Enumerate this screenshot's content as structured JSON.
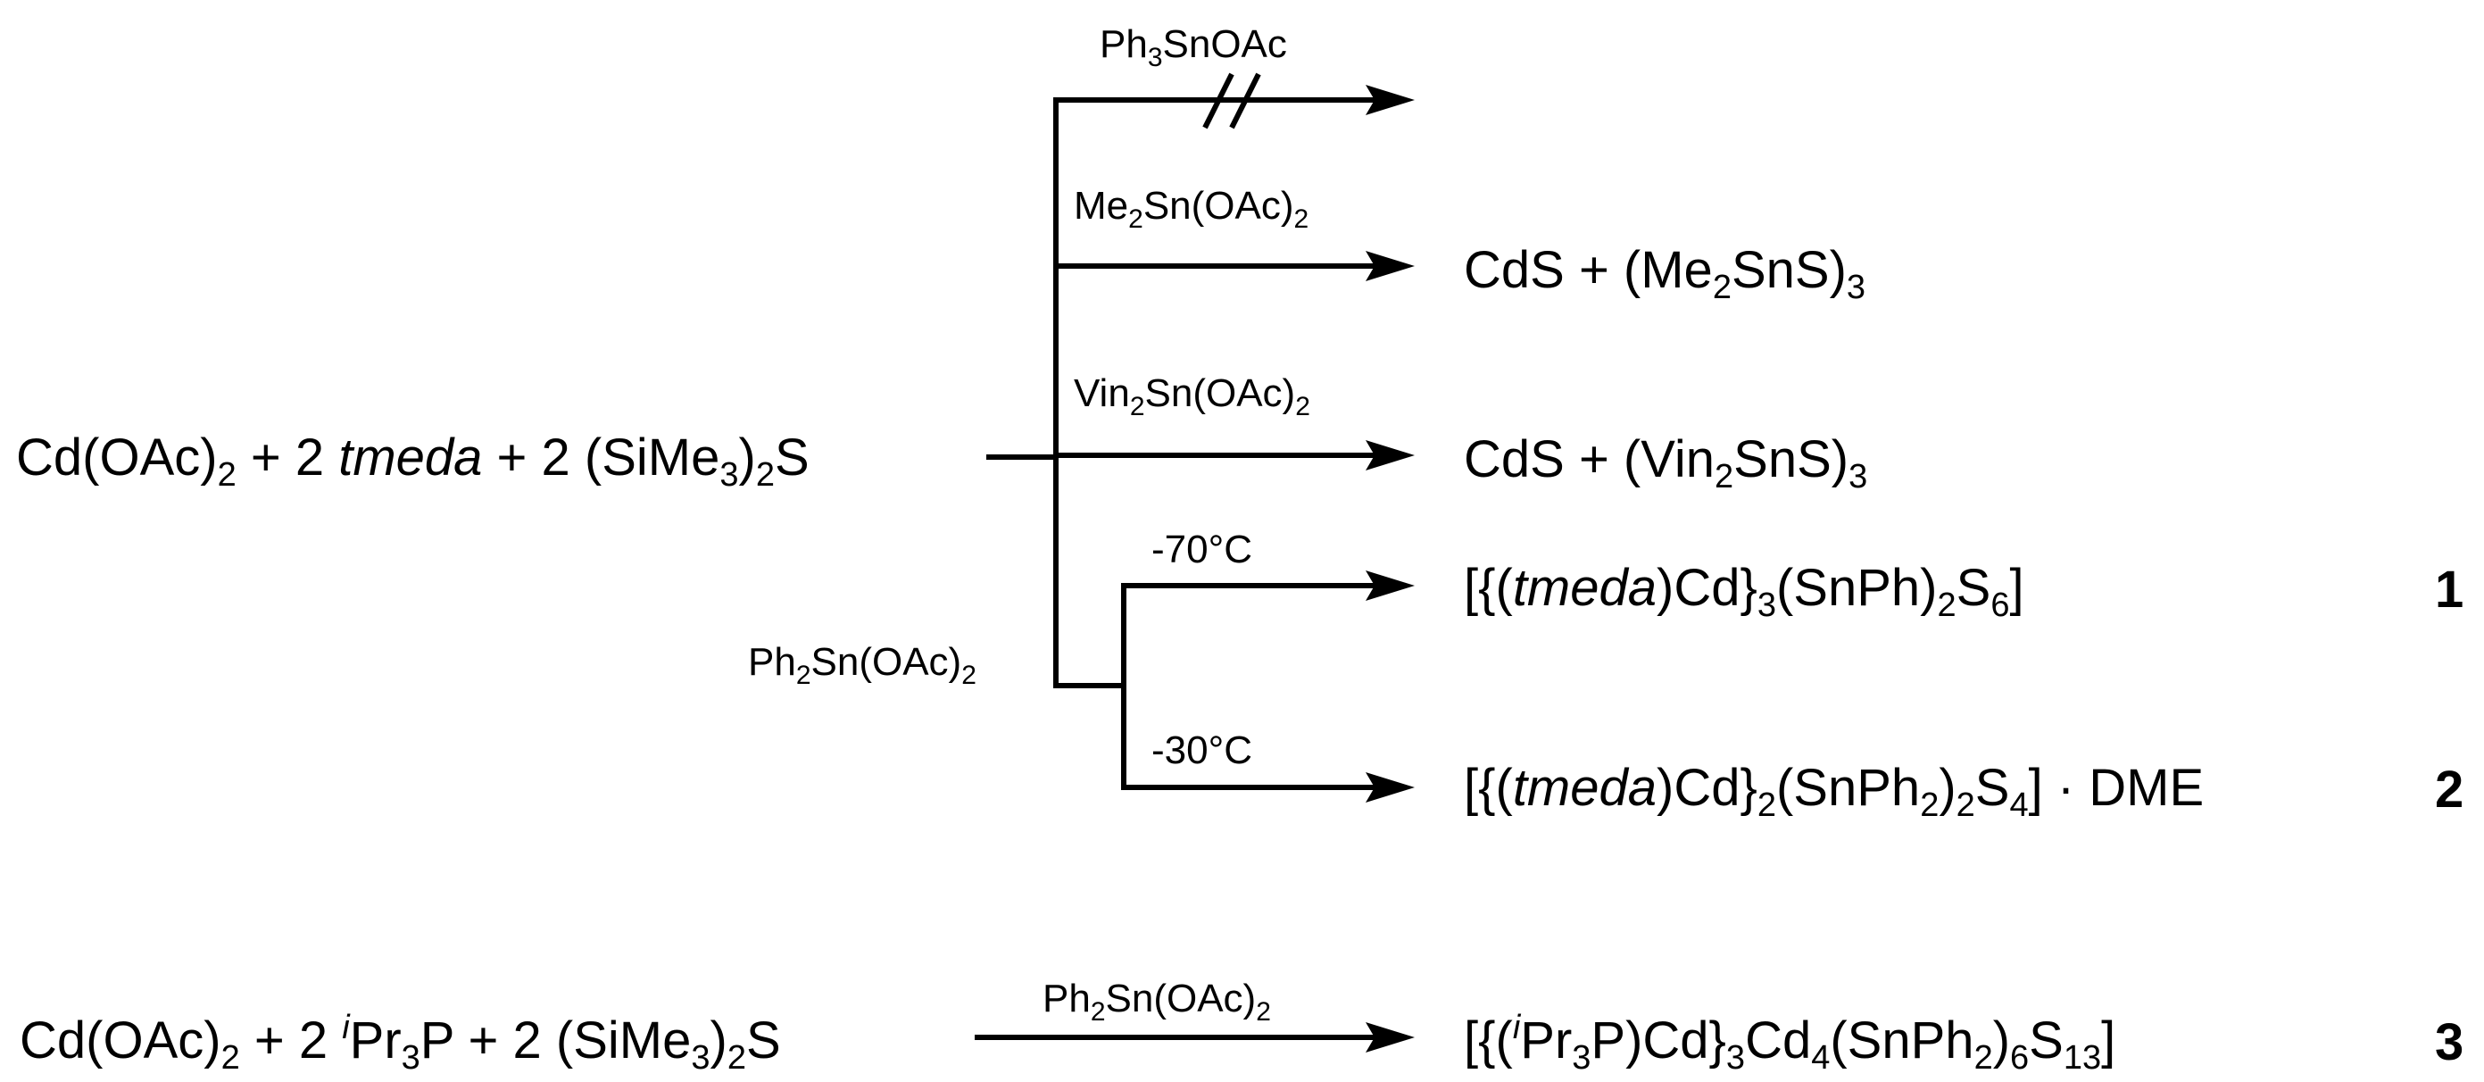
{
  "scheme": {
    "reaction1": {
      "reactants": {
        "metal_salt": "Cd(OAc)",
        "metal_salt_sub": "2",
        "plus1": " + 2 ",
        "ligand": "tmeda",
        "plus2": " + 2 (SiMe",
        "silyl_sub1": "3",
        "close": ")",
        "silyl_sub2": "2",
        "sulfur": "S"
      },
      "branches": {
        "ph3": {
          "reagent_a": "Ph",
          "reagent_a_sub": "3",
          "reagent_b": "SnOAc",
          "no_reaction": true
        },
        "me2": {
          "reagent_a": "Me",
          "reagent_a_sub": "2",
          "reagent_b": "Sn(OAc)",
          "reagent_b_sub": "2",
          "product_a": "CdS + (Me",
          "product_a_sub": "2",
          "product_b": "SnS)",
          "product_b_sub": "3"
        },
        "vin2": {
          "reagent_a": "Vin",
          "reagent_a_sub": "2",
          "reagent_b": "Sn(OAc)",
          "reagent_b_sub": "2",
          "product_a": "CdS + (Vin",
          "product_a_sub": "2",
          "product_b": "SnS)",
          "product_b_sub": "3"
        },
        "ph2": {
          "reagent_a": "Ph",
          "reagent_a_sub": "2",
          "reagent_b": "Sn(OAc)",
          "reagent_b_sub": "2",
          "low_temp": {
            "condition": "-70°C",
            "product": {
              "p1": "[{(",
              "p2": "tmeda",
              "p3": ")Cd}",
              "s1": "3",
              "p4": "(SnPh)",
              "s2": "2",
              "p5": "S",
              "s3": "6",
              "p6": "]"
            },
            "label": "1"
          },
          "high_temp": {
            "condition": "-30°C",
            "product": {
              "p1": "[{(",
              "p2": "tmeda",
              "p3": ")Cd}",
              "s1": "2",
              "p4": "(SnPh",
              "s2": "2",
              "p5": ")",
              "s3": "2",
              "p6": "S",
              "s4": "4",
              "p7": "] · DME"
            },
            "label": "2"
          }
        }
      }
    },
    "reaction2": {
      "reactants": {
        "metal_salt": "Cd(OAc)",
        "metal_salt_sub": "2",
        "plus1": " + 2 ",
        "iso": "i",
        "phosphine": "Pr",
        "phosphine_sub": "3",
        "phosphine_p": "P + 2 (SiMe",
        "silyl_sub1": "3",
        "close": ")",
        "silyl_sub2": "2",
        "sulfur": "S"
      },
      "reagent": {
        "a": "Ph",
        "a_sub": "2",
        "b": "Sn(OAc)",
        "b_sub": "2"
      },
      "product": {
        "p1": "[{(",
        "iso": "i",
        "p2": "Pr",
        "s1": "3",
        "p3": "P)Cd}",
        "s2": "3",
        "p4": "Cd",
        "s3": "4",
        "p5": "(SnPh",
        "s4": "2",
        "p6": ")",
        "s5": "6",
        "p7": "S",
        "s6": "13",
        "p8": "]"
      },
      "label": "3"
    }
  }
}
